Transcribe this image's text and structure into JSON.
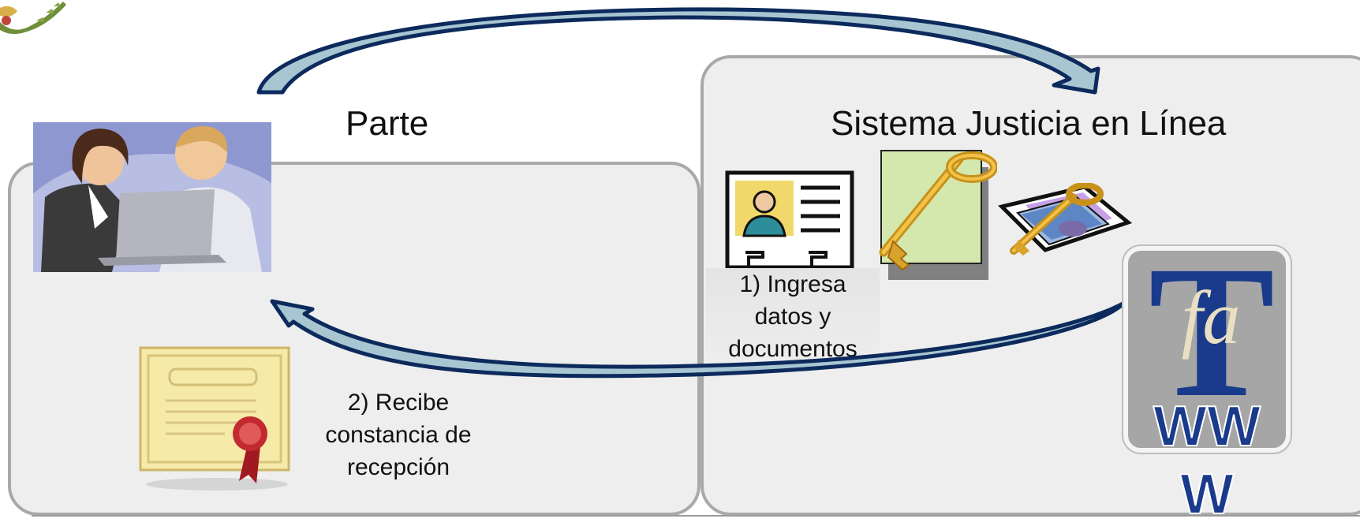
{
  "panels": {
    "left_title": "Parte",
    "right_title": "Sistema Justicia en Línea"
  },
  "steps": {
    "step1": [
      "1) Ingresa",
      "datos y",
      "documentos"
    ],
    "step2": [
      "2) Recibe",
      "constancia de",
      "recepción"
    ]
  },
  "logo": {
    "letter_t": "T",
    "letters_fa": "fa",
    "line1": "WW",
    "line2": "W"
  },
  "colors": {
    "panel_fill": "#eeeeee",
    "panel_border": "#a9a9a9",
    "arrow_dark": "#0c2a5c",
    "arrow_light": "#a8c6d2",
    "logo_blue": "#1a3b8c"
  }
}
